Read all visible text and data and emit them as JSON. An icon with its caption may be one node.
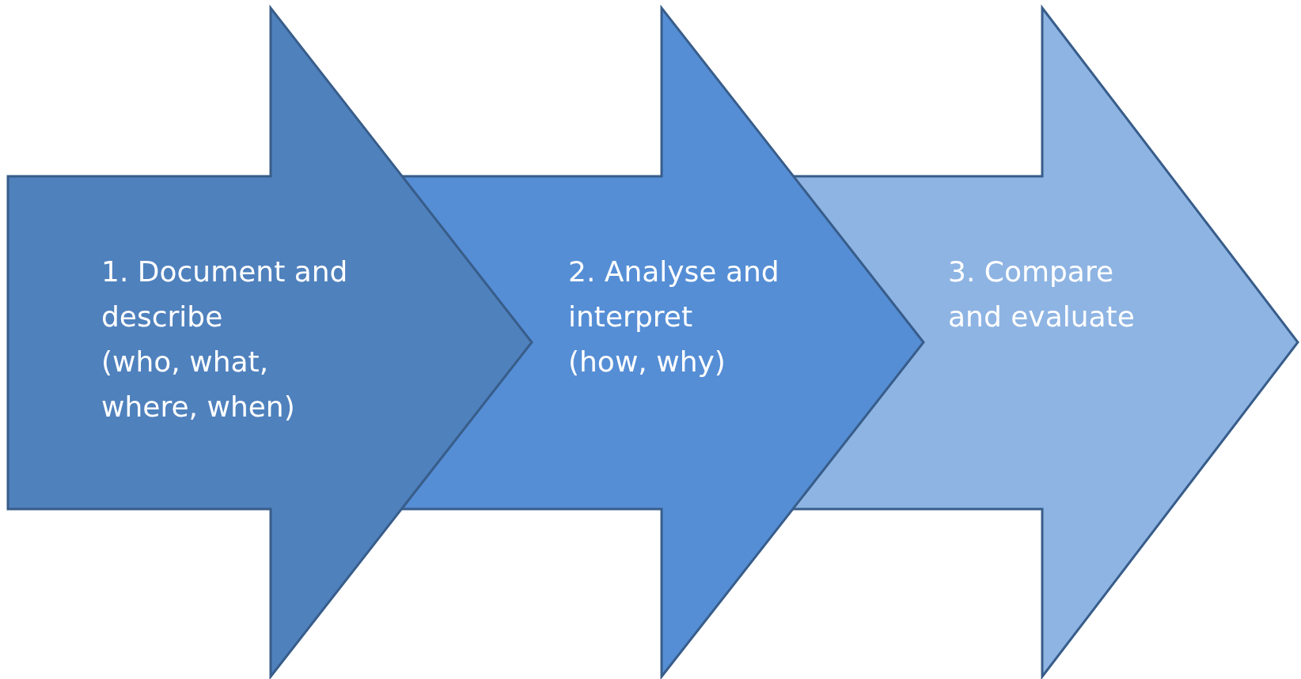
{
  "diagram": {
    "nodes": [
      {
        "text": [
          "1. Document and describe",
          "(who, what, where, when)"
        ]
      },
      {
        "text": [
          "2. Analyse and interpret",
          "(how, why)"
        ]
      },
      {
        "text": [
          "3. Compare and evaluate"
        ]
      }
    ]
  }
}
